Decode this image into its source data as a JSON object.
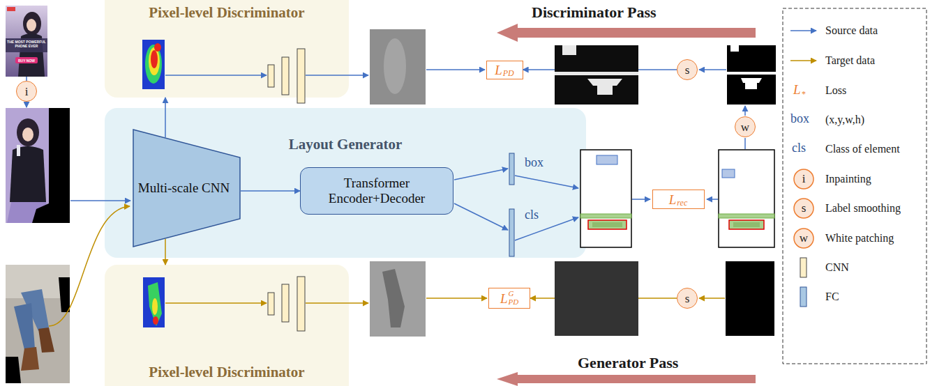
{
  "diagram": {
    "nodes": [
      {
        "text": [
          "Pixel-level Discriminator"
        ]
      },
      {
        "text": [
          "i"
        ]
      },
      {
        "text": [
          "L",
          "PD"
        ]
      },
      {
        "text": [
          "s"
        ]
      },
      {
        "text": [
          "Layout Generator"
        ]
      },
      {
        "text": [
          "Multi-scale CNN"
        ],
        "in": 4
      },
      {
        "text": [
          "Transformer Encoder+Decoder"
        ],
        "in": 4
      },
      {
        "text": [
          "w"
        ]
      },
      {
        "text": [
          "L",
          "rec"
        ]
      },
      {
        "text": [
          "Pixel-level Discriminator"
        ]
      },
      {
        "text": [
          "L",
          "G",
          "PD"
        ]
      },
      {
        "text": [
          "s"
        ]
      }
    ],
    "edges": [
      {
        "from": 5,
        "to": 6,
        "arrow": "to"
      },
      {
        "from": 5,
        "to": 0,
        "arrow": "to"
      },
      {
        "from": 5,
        "to": 9,
        "arrow": "to"
      },
      {
        "from": 3,
        "to": 2,
        "arrow": "to"
      },
      {
        "from": 11,
        "to": 10,
        "arrow": "to"
      }
    ],
    "labels": [
      "Discriminator Pass",
      "Generator Pass",
      "box",
      "cls",
      "THE MOST POWERFUL PHONE EVER",
      "BUY NOW",
      "L",
      "*",
      "box",
      "cls",
      "i",
      "s",
      "w"
    ],
    "legend": [
      {
        "text": "Source data"
      },
      {
        "text": "Target data"
      },
      {
        "text": "Loss"
      },
      {
        "text": "(x,y,w,h)"
      },
      {
        "text": "Class of element"
      },
      {
        "text": "Inpainting"
      },
      {
        "text": "Label smoothing"
      },
      {
        "text": "White patching"
      },
      {
        "text": "CNN"
      },
      {
        "text": "FC"
      }
    ]
  }
}
